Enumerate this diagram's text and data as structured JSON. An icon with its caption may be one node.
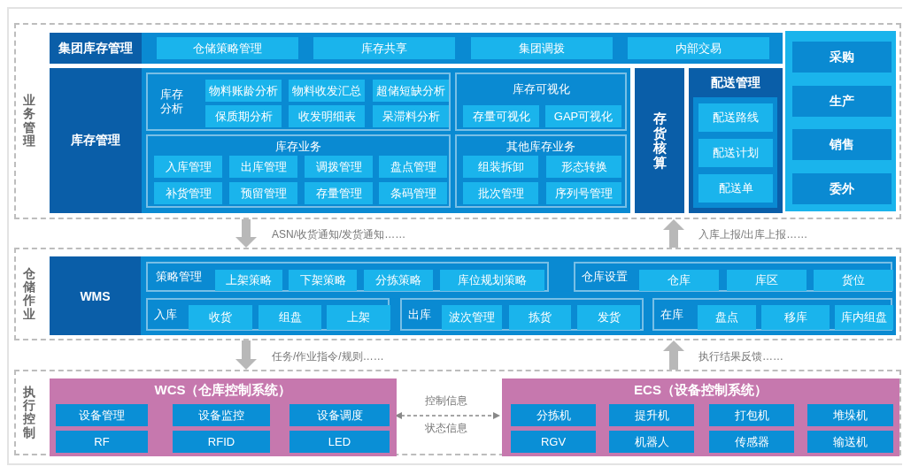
{
  "diagram": {
    "nodes": [
      {
        "text": [
          "业务管理"
        ]
      },
      {
        "text": [
          "集团库存管理"
        ],
        "in": 0
      },
      {
        "text": [
          "仓储策略管理"
        ],
        "in": 1
      },
      {
        "text": [
          "库存共享"
        ],
        "in": 1
      },
      {
        "text": [
          "集团调拨"
        ],
        "in": 1
      },
      {
        "text": [
          "内部交易"
        ],
        "in": 1
      },
      {
        "text": [
          "库存管理"
        ],
        "in": 0
      },
      {
        "text": [
          "库存分析"
        ],
        "in": 6
      },
      {
        "text": [
          "物料账龄分析"
        ],
        "in": 7
      },
      {
        "text": [
          "物料收发汇总"
        ],
        "in": 7
      },
      {
        "text": [
          "超储短缺分析"
        ],
        "in": 7
      },
      {
        "text": [
          "保质期分析"
        ],
        "in": 7
      },
      {
        "text": [
          "收发明细表"
        ],
        "in": 7
      },
      {
        "text": [
          "呆滞料分析"
        ],
        "in": 7
      },
      {
        "text": [
          "库存可视化"
        ],
        "in": 6
      },
      {
        "text": [
          "存量可视化"
        ],
        "in": 14
      },
      {
        "text": [
          "GAP可视化"
        ],
        "in": 14
      },
      {
        "text": [
          "库存业务"
        ],
        "in": 6
      },
      {
        "text": [
          "入库管理"
        ],
        "in": 17
      },
      {
        "text": [
          "出库管理"
        ],
        "in": 17
      },
      {
        "text": [
          "调拨管理"
        ],
        "in": 17
      },
      {
        "text": [
          "盘点管理"
        ],
        "in": 17
      },
      {
        "text": [
          "补货管理"
        ],
        "in": 17
      },
      {
        "text": [
          "预留管理"
        ],
        "in": 17
      },
      {
        "text": [
          "存量管理"
        ],
        "in": 17
      },
      {
        "text": [
          "条码管理"
        ],
        "in": 17
      },
      {
        "text": [
          "其他库存业务"
        ],
        "in": 6
      },
      {
        "text": [
          "组装拆卸"
        ],
        "in": 26
      },
      {
        "text": [
          "形态转换"
        ],
        "in": 26
      },
      {
        "text": [
          "批次管理"
        ],
        "in": 26
      },
      {
        "text": [
          "序列号管理"
        ],
        "in": 26
      },
      {
        "text": [
          "存货核算"
        ],
        "in": 0
      },
      {
        "text": [
          "配送管理"
        ],
        "in": 0
      },
      {
        "text": [
          "配送路线"
        ],
        "in": 32
      },
      {
        "text": [
          "配送计划"
        ],
        "in": 32
      },
      {
        "text": [
          "配送单"
        ],
        "in": 32
      },
      {
        "text": [
          "采购"
        ],
        "in": 0
      },
      {
        "text": [
          "生产"
        ],
        "in": 0
      },
      {
        "text": [
          "销售"
        ],
        "in": 0
      },
      {
        "text": [
          "委外"
        ],
        "in": 0
      },
      {
        "text": [
          "仓储作业"
        ]
      },
      {
        "text": [
          "WMS"
        ],
        "in": 40
      },
      {
        "text": [
          "策略管理"
        ],
        "in": 41
      },
      {
        "text": [
          "上架策略"
        ],
        "in": 42
      },
      {
        "text": [
          "下架策略"
        ],
        "in": 42
      },
      {
        "text": [
          "分拣策略"
        ],
        "in": 42
      },
      {
        "text": [
          "库位规划策略"
        ],
        "in": 42
      },
      {
        "text": [
          "仓库设置"
        ],
        "in": 41
      },
      {
        "text": [
          "仓库"
        ],
        "in": 47
      },
      {
        "text": [
          "库区"
        ],
        "in": 47
      },
      {
        "text": [
          "货位"
        ],
        "in": 47
      },
      {
        "text": [
          "入库"
        ],
        "in": 41
      },
      {
        "text": [
          "收货"
        ],
        "in": 51
      },
      {
        "text": [
          "组盘"
        ],
        "in": 51
      },
      {
        "text": [
          "上架"
        ],
        "in": 51
      },
      {
        "text": [
          "出库"
        ],
        "in": 41
      },
      {
        "text": [
          "波次管理"
        ],
        "in": 55
      },
      {
        "text": [
          "拣货"
        ],
        "in": 55
      },
      {
        "text": [
          "发货"
        ],
        "in": 55
      },
      {
        "text": [
          "在库"
        ],
        "in": 41
      },
      {
        "text": [
          "盘点"
        ],
        "in": 59
      },
      {
        "text": [
          "移库"
        ],
        "in": 59
      },
      {
        "text": [
          "库内组盘"
        ],
        "in": 59
      },
      {
        "text": [
          "执行控制"
        ]
      },
      {
        "text": [
          "WCS（仓库控制系统）"
        ],
        "in": 63
      },
      {
        "text": [
          "设备管理"
        ],
        "in": 64
      },
      {
        "text": [
          "设备监控"
        ],
        "in": 64
      },
      {
        "text": [
          "设备调度"
        ],
        "in": 64
      },
      {
        "text": [
          "RF"
        ],
        "in": 64
      },
      {
        "text": [
          "RFID"
        ],
        "in": 64
      },
      {
        "text": [
          "LED"
        ],
        "in": 64
      },
      {
        "text": [
          "ECS（设备控制系统）"
        ],
        "in": 63
      },
      {
        "text": [
          "分拣机"
        ],
        "in": 71
      },
      {
        "text": [
          "提升机"
        ],
        "in": 71
      },
      {
        "text": [
          "打包机"
        ],
        "in": 71
      },
      {
        "text": [
          "堆垛机"
        ],
        "in": 71
      },
      {
        "text": [
          "RGV"
        ],
        "in": 71
      },
      {
        "text": [
          "机器人"
        ],
        "in": 71
      },
      {
        "text": [
          "传感器"
        ],
        "in": 71
      },
      {
        "text": [
          "输送机"
        ],
        "in": 71
      }
    ],
    "edges": [
      {
        "from": 0,
        "to": 40,
        "arrow": "to",
        "label": "ASN/收货通知/发货通知……"
      },
      {
        "from": 40,
        "to": 0,
        "arrow": "to",
        "label": "入库上报/出库上报……"
      },
      {
        "from": 40,
        "to": 63,
        "arrow": "to",
        "label": "任务/作业指令/规则……"
      },
      {
        "from": 63,
        "to": 40,
        "arrow": "to",
        "label": "执行结果反馈……"
      },
      {
        "from": 64,
        "to": 71,
        "arrow": "both",
        "style": "dashed",
        "label": "控制信息"
      }
    ],
    "labels": [
      "状态信息"
    ]
  }
}
